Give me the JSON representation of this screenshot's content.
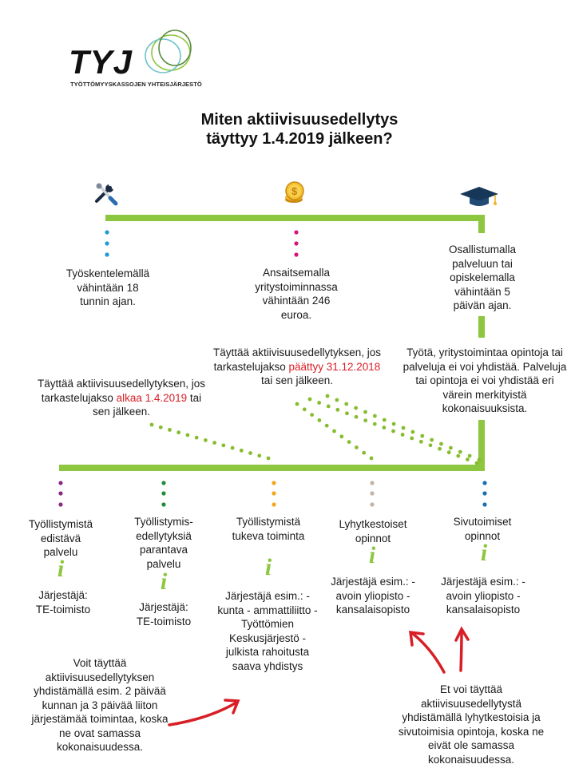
{
  "logo": {
    "name": "TYJ",
    "tagline": "TYÖTTÖMYYSKASSOJEN YHTEISJÄRJESTÖ",
    "ring_colors": [
      "#8dc63f",
      "#6fc3ca",
      "#5a8d3e"
    ]
  },
  "title": {
    "line1": "Miten aktiivisuusedellytys",
    "line2": "täyttyy 1.4.2019 jälkeen?"
  },
  "icons": [
    "tools-icon",
    "coins-icon",
    "graduation-cap-icon"
  ],
  "top_options": [
    {
      "text": "Työskentelemällä vähintään 18 tunnin ajan.",
      "dot_color": "#1e9ad6"
    },
    {
      "text": "Ansaitsemalla yritystoiminnassa vähintään 246 euroa.",
      "dot_color": "#d6147d"
    },
    {
      "text": "Osallistumalla palveluun tai opiskelemalla vähintään 5 päivän ajan."
    }
  ],
  "notes": {
    "after_2019": {
      "before": "Täyttää aktiivisuusedellytyksen, jos tarkastelujakso ",
      "highlight": "alkaa 1.4.2019",
      "after": " tai sen jälkeen."
    },
    "ended_2018": {
      "before": "Täyttää aktiivisuusedellytyksen, jos tarkastelujakso ",
      "highlight": "päättyy 31.12.2018",
      "after": " tai sen jälkeen."
    },
    "combine": "Työtä, yritystoimintaa opintoja tai palveluja ei voi yhdistää. Palveluja tai opintoja ei voi yhdistää eri värein merkityistä kokonaisuuksista."
  },
  "services": [
    {
      "title": "Työllistymistä edistävä palvelu",
      "organizer": "Järjestäjä: TE-toimisto",
      "color": "#8b2a85"
    },
    {
      "title": "Työllistymis-edellytyksiä parantava palvelu",
      "organizer": "Järjestäjä: TE-toimisto",
      "color": "#1f8a3c"
    },
    {
      "title": "Työllistymistä tukeva toiminta",
      "organizer": "Järjestäjä esim.: - kunta - ammattiliitto - Työttömien Keskusjärjestö - julkista rahoitusta saava yhdistys",
      "color": "#f2a81d"
    },
    {
      "title": "Lyhytkestoiset opinnot",
      "organizer": "Järjestäjä esim.: - avoin yliopisto - kansalaisopisto",
      "color": "#c4b3a3"
    },
    {
      "title": "Sivutoimiset opinnot",
      "organizer": "Järjestäjä esim.: - avoin yliopisto - kansalaisopisto",
      "color": "#1a6fb0"
    }
  ],
  "bottom_notes": {
    "can_combine": "Voit täyttää aktiivisuusedellytyksen yhdistämällä esim. 2 päivää kunnan ja 3 päivää liiton järjestämää toimintaa, koska ne ovat samassa kokonaisuudessa.",
    "cannot_combine": "Et voi täyttää aktiivisuusedellytystä yhdistämällä lyhytkestoisia ja sivutoimisia opintoja, koska ne eivät ole samassa kokonaisuudessa."
  },
  "info_glyph": "i",
  "colors": {
    "green": "#8dc63f",
    "dot_green": "#86bd2e",
    "red": "#d81f26",
    "title": "#111111"
  }
}
